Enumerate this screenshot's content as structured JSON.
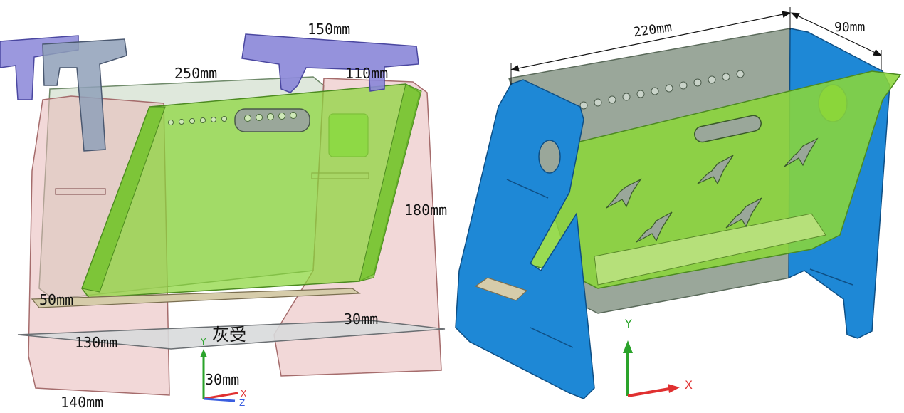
{
  "left_view": {
    "dimensions": {
      "top_width": "150mm",
      "upper_offset": "110mm",
      "body_width": "250mm",
      "height": "180mm",
      "front_lip": "50mm",
      "tray_depth": "130mm",
      "tray_right": "30mm",
      "bottom_height": "30mm",
      "base_depth": "140mm"
    },
    "ash_tray_label": "灰受",
    "axes": {
      "y": "Y",
      "x": "X",
      "z": "Z"
    }
  },
  "right_view": {
    "dimensions": {
      "length": "220mm",
      "depth": "90mm"
    },
    "axes": {
      "y": "Y",
      "x": "X"
    }
  },
  "colors": {
    "side_panel_blue": "#1e88d6",
    "tray_green": "#8bd63a",
    "back_gray": "#9aa79a",
    "top_piece_purple": "#8a86d8",
    "pink_panel": "#e8b8b8",
    "axis_y": "#2aa32a",
    "axis_x": "#e03030",
    "axis_z": "#3a5ee0"
  }
}
